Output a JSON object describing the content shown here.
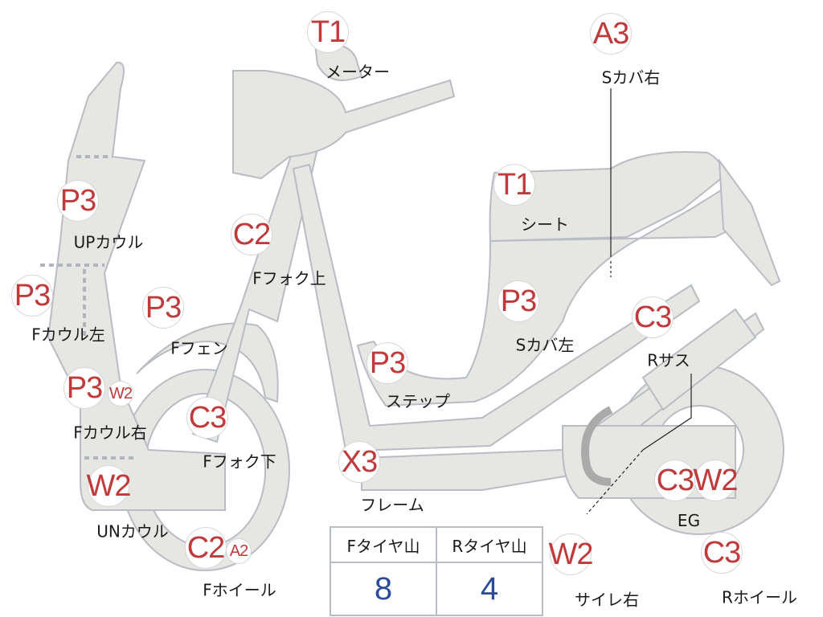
{
  "colors": {
    "part_fill": "#e6e6e2",
    "part_stroke": "#b8bcc4",
    "grade": "#c0393b",
    "tire_value": "#2c4a9a"
  },
  "parts": [
    {
      "code": "T1",
      "label": "メーター"
    },
    {
      "code": "A3",
      "label": "Sカバ右"
    },
    {
      "code": "P3",
      "label": "UPカウル"
    },
    {
      "code": "C2",
      "label": "Fフォク上"
    },
    {
      "code": "T1",
      "label": "シート"
    },
    {
      "code": "P3",
      "label": "Fカウル左"
    },
    {
      "code": "P3",
      "label": "Fフェン"
    },
    {
      "code": "P3",
      "label": "Sカバ左"
    },
    {
      "code": "C3",
      "label": "Rサス"
    },
    {
      "code": "P3",
      "label": "ステップ"
    },
    {
      "code": "P3",
      "extra": "W2",
      "label": "Fカウル右"
    },
    {
      "code": "C3",
      "label": "Fフォク下"
    },
    {
      "code": "X3",
      "label": "フレーム"
    },
    {
      "code": "W2",
      "label": "UNカウル"
    },
    {
      "code": "C3",
      "extra": "W2",
      "label": "EG"
    },
    {
      "code": "C2",
      "extra": "A2",
      "label": "Fホイール"
    },
    {
      "code": "W2",
      "label": "サイレ右"
    },
    {
      "code": "C3",
      "label": "Rホイール"
    }
  ],
  "tire_table": {
    "headers": [
      "Fタイヤ山",
      "Rタイヤ山"
    ],
    "values": [
      "8",
      "4"
    ]
  }
}
